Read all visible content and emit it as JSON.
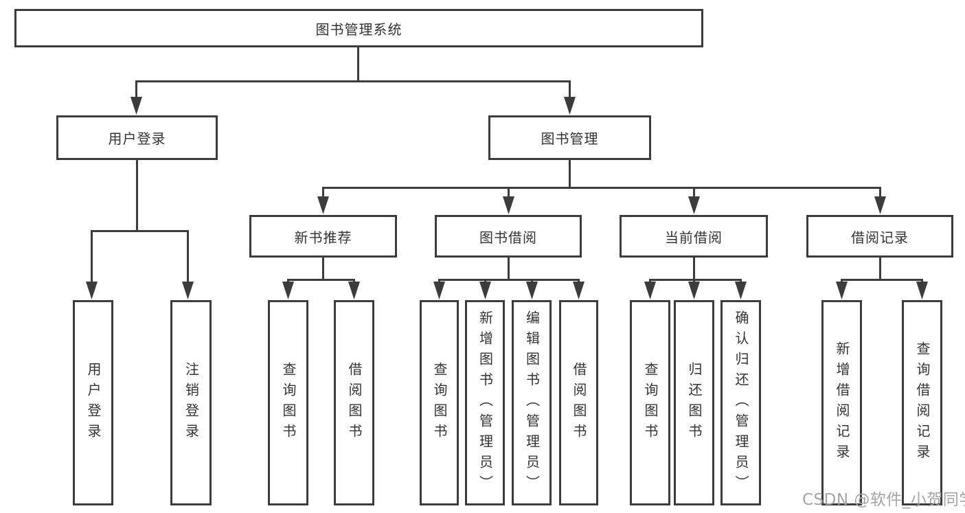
{
  "diagram": {
    "title_node": {
      "label": "图书管理系统"
    },
    "level2": [
      {
        "label": "用户登录"
      },
      {
        "label": "图书管理"
      }
    ],
    "level3": [
      {
        "label": "新书推荐"
      },
      {
        "label": "图书借阅"
      },
      {
        "label": "当前借阅"
      },
      {
        "label": "借阅记录"
      }
    ],
    "leaves_user": [
      {
        "label": "用户登录"
      },
      {
        "label": "注销登录"
      }
    ],
    "leaves_recommend": [
      {
        "label": "查询图书"
      },
      {
        "label": "借阅图书"
      }
    ],
    "leaves_borrow": [
      {
        "label": "查询图书"
      },
      {
        "label": "新增图书（管理员）"
      },
      {
        "label": "编辑图书（管理员）"
      },
      {
        "label": "借阅图书"
      }
    ],
    "leaves_current": [
      {
        "label": "查询图书"
      },
      {
        "label": "归还图书"
      },
      {
        "label": "确认归还（管理员）"
      }
    ],
    "leaves_records": [
      {
        "label": "新增借阅记录"
      },
      {
        "label": "查询借阅记录"
      }
    ],
    "colors": {
      "line": "#3c3c3c",
      "text": "#333333",
      "watermark": "#a5a5a5",
      "background": "#ffffff"
    }
  },
  "watermark": {
    "text": "CSDN @软件_小贺同学"
  }
}
